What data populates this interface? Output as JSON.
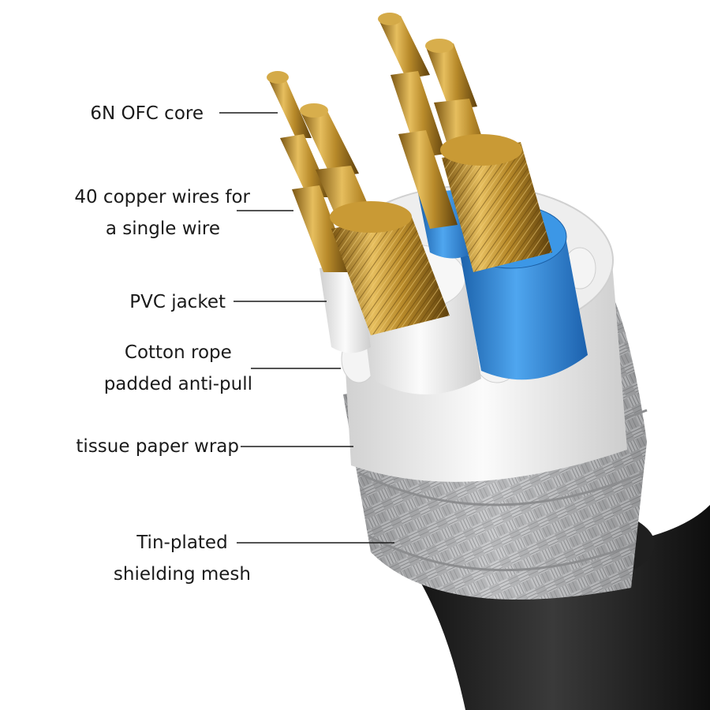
{
  "labels": {
    "core": "6N OFC core",
    "copper_line1": "40 copper wires for",
    "copper_line2": "a single wire",
    "pvc": "PVC jacket",
    "cotton_line1": "Cotton rope",
    "cotton_line2": "padded anti-pull",
    "tissue": "tissue paper wrap",
    "tin_line1": "Tin-plated",
    "tin_line2": "shielding mesh"
  },
  "colors": {
    "copper": "#c99a35",
    "copper_dark": "#7a5512",
    "blue_insulation": "#2f87d8",
    "white_insulation": "#f1f1f1",
    "shield_mesh": "#a9aaac",
    "outer_sheath": "#1b1b1b"
  }
}
